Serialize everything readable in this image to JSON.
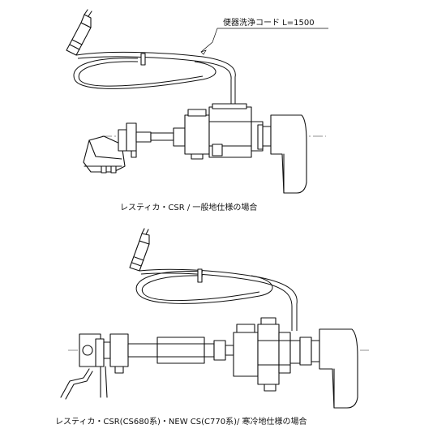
{
  "annotations": {
    "cord_length": "便器洗浄コード  L=1500"
  },
  "captions": {
    "general": "レスティカ・CSR  /  一般地仕様の場合",
    "cold": "レスティカ・CSR(CS680系)・NEW CS(C770系)/  寒冷地仕様の場合"
  },
  "colors": {
    "line": "#111111",
    "background": "#ffffff"
  }
}
